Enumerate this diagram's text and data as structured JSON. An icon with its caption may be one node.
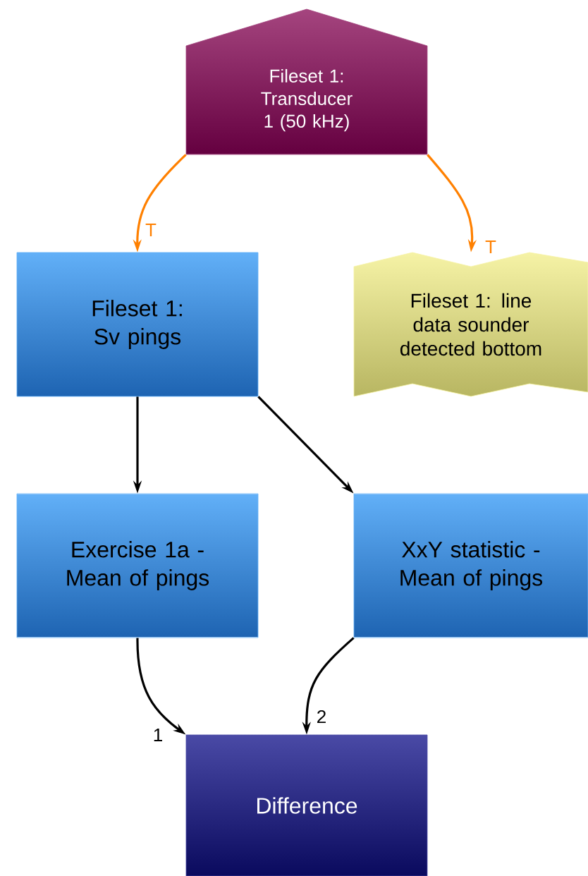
{
  "diagram": {
    "nodes": [
      {
        "text": [
          "Fileset 1: Transducer 1 (50 kHz)"
        ]
      },
      {
        "text": [
          "Fileset 1: Sv pings"
        ]
      },
      {
        "text": [
          "Fileset 1: line data sounder detected bottom"
        ]
      },
      {
        "text": [
          "Exercise 1a - Mean of pings"
        ]
      },
      {
        "text": [
          "XxY statistic - Mean of pings"
        ]
      },
      {
        "text": [
          "Difference"
        ]
      }
    ],
    "edges": [
      {
        "from": 0,
        "to": 1,
        "arrow": "to",
        "label": "T",
        "color": "#ff8000"
      },
      {
        "from": 0,
        "to": 2,
        "arrow": "to",
        "label": "T",
        "color": "#ff8000"
      },
      {
        "from": 1,
        "to": 3,
        "arrow": "to"
      },
      {
        "from": 1,
        "to": 4,
        "arrow": "to"
      },
      {
        "from": 3,
        "to": 5,
        "arrow": "to",
        "label": "1"
      },
      {
        "from": 4,
        "to": 5,
        "arrow": "to",
        "label": "2"
      }
    ]
  }
}
